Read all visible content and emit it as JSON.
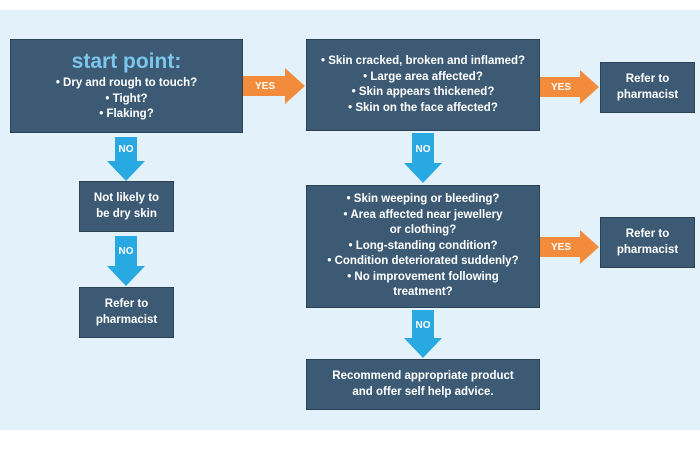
{
  "start": {
    "title": "start point:",
    "lines": [
      "• Dry and rough to touch?",
      "• Tight?",
      "• Flaking?"
    ]
  },
  "check1": {
    "lines": [
      "• Skin cracked, broken and inflamed?",
      "• Large area affected?",
      "• Skin appears thickened?",
      "• Skin on the face affected?"
    ]
  },
  "refer1": {
    "lines": [
      "Refer to",
      "pharmacist"
    ]
  },
  "not_dry": {
    "lines": [
      "Not likely to",
      "be dry skin"
    ]
  },
  "refer_left": {
    "lines": [
      "Refer to",
      "pharmacist"
    ]
  },
  "check2": {
    "lines": [
      "• Skin weeping or bleeding?",
      "• Area affected near jewellery",
      "or clothing?",
      "• Long-standing condition?",
      "• Condition deteriorated suddenly?",
      "• No improvement following",
      "treatment?"
    ]
  },
  "refer2": {
    "lines": [
      "Refer to",
      "pharmacist"
    ]
  },
  "recommend": {
    "lines": [
      "Recommend appropriate product",
      "and offer self help advice."
    ]
  },
  "labels": {
    "yes": "YES",
    "no": "NO"
  },
  "colors": {
    "background": "#e3f1fb",
    "box": "#3d5a74",
    "title": "#7cc6ee",
    "yes_arrow": "#f28c3c",
    "no_arrow": "#29a9e1"
  }
}
